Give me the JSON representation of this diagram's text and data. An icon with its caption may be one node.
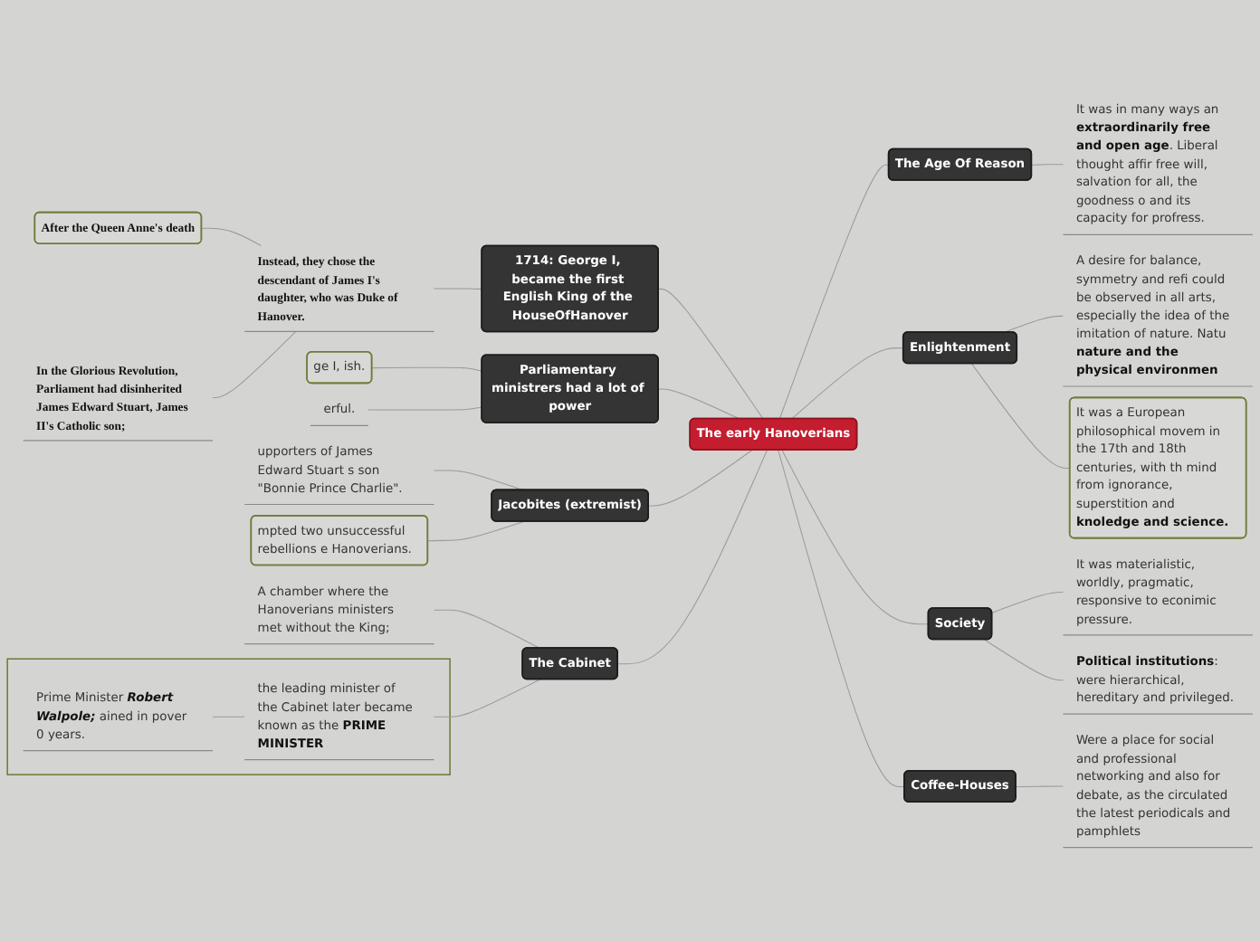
{
  "diagram": {
    "nodes": [
      {
        "text": [
          "The early Hanoverians"
        ]
      },
      {
        "text": [
          "The Age Of Reason"
        ]
      },
      {
        "text": [
          "It was in many ways an **extraordinarily free and open age**. Liberal thought affir free will, salvation for all, the goodness o and its capacity for profress."
        ]
      },
      {
        "text": [
          "Enlightenment"
        ]
      },
      {
        "text": [
          "A desire for balance, symmetry and refi could be observed in all arts, especially the idea of the imitation of nature. Natu **nature and the physical environmen**"
        ]
      },
      {
        "text": [
          "It was a European philosophical movem in the 17th and 18th centuries, with th mind from ignorance, superstition and **knoledge and science.**"
        ]
      },
      {
        "text": [
          "Society"
        ]
      },
      {
        "text": [
          "It was materialistic, worldly, pragmatic, responsive to econimic pressure."
        ]
      },
      {
        "text": [
          "**Political institutions**: were hierarchical, hereditary and privileged."
        ]
      },
      {
        "text": [
          "Coffee-Houses"
        ]
      },
      {
        "text": [
          "Were a place for social and professional networking and also for debate, as the circulated the latest periodicals and pamphlets"
        ]
      },
      {
        "text": [
          "1714: George I, became the first English King of the HouseOfHanover"
        ]
      },
      {
        "text": [
          "Instead, they chose the descendant of James I's daughter, who was Duke of Hanover."
        ]
      },
      {
        "text": [
          "After the Queen Anne's death"
        ]
      },
      {
        "text": [
          "In the Glorious Revolution, Parliament had disinherited James Edward Stuart, James II's Catholic son;"
        ]
      },
      {
        "text": [
          "Parliamentary ministrers had a lot of power"
        ]
      },
      {
        "text": [
          "ge I, ish."
        ]
      },
      {
        "text": [
          "erful."
        ]
      },
      {
        "text": [
          "Jacobites (extremist)"
        ]
      },
      {
        "text": [
          "upporters of James Edward Stuart s son \"Bonnie Prince Charlie\"."
        ]
      },
      {
        "text": [
          "mpted two unsuccessful rebellions e Hanoverians."
        ]
      },
      {
        "text": [
          "The Cabinet"
        ]
      },
      {
        "text": [
          "A chamber where the Hanoverians ministers met without the King;"
        ]
      },
      {
        "text": [],
        "shape": "box"
      },
      {
        "text": [
          "the leading minister of the Cabinet later became known as the **PRIME MINISTER**"
        ],
        "in": 23
      },
      {
        "text": [
          "Prime Minister **Robert Walpole;** ained in pover 0 years."
        ],
        "in": 23
      }
    ],
    "edges": [
      {
        "from": 0,
        "to": 1,
        "arrow": "none"
      },
      {
        "from": 1,
        "to": 2,
        "arrow": "none"
      },
      {
        "from": 0,
        "to": 3,
        "arrow": "none"
      },
      {
        "from": 3,
        "to": 4,
        "arrow": "none"
      },
      {
        "from": 3,
        "to": 5,
        "arrow": "none"
      },
      {
        "from": 0,
        "to": 6,
        "arrow": "none"
      },
      {
        "from": 6,
        "to": 7,
        "arrow": "none"
      },
      {
        "from": 6,
        "to": 8,
        "arrow": "none"
      },
      {
        "from": 0,
        "to": 9,
        "arrow": "none"
      },
      {
        "from": 9,
        "to": 10,
        "arrow": "none"
      },
      {
        "from": 0,
        "to": 11,
        "arrow": "none"
      },
      {
        "from": 11,
        "to": 12,
        "arrow": "none"
      },
      {
        "from": 12,
        "to": 13,
        "arrow": "none"
      },
      {
        "from": 12,
        "to": 14,
        "arrow": "none"
      },
      {
        "from": 0,
        "to": 15,
        "arrow": "none"
      },
      {
        "from": 15,
        "to": 16,
        "arrow": "none"
      },
      {
        "from": 15,
        "to": 17,
        "arrow": "none"
      },
      {
        "from": 0,
        "to": 18,
        "arrow": "none"
      },
      {
        "from": 18,
        "to": 19,
        "arrow": "none"
      },
      {
        "from": 18,
        "to": 20,
        "arrow": "none"
      },
      {
        "from": 0,
        "to": 21,
        "arrow": "none"
      },
      {
        "from": 21,
        "to": 22,
        "arrow": "none"
      },
      {
        "from": 21,
        "to": 24,
        "arrow": "none"
      },
      {
        "from": 24,
        "to": 25,
        "arrow": "none"
      }
    ]
  }
}
